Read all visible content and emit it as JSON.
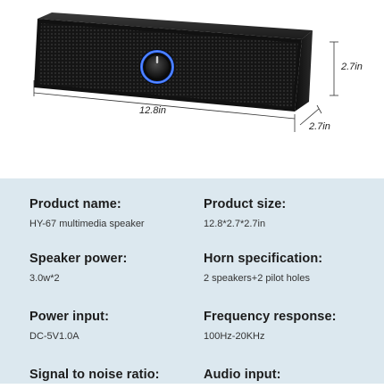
{
  "product_image": {
    "dimensions": {
      "height": "2.7in",
      "length": "12.8in",
      "depth": "2.7in"
    },
    "colors": {
      "body": "#141414",
      "knob_ring": "#2f6bff"
    }
  },
  "specs": [
    {
      "label": "Product name:",
      "value": "HY-67 multimedia speaker"
    },
    {
      "label": "Product size:",
      "value": "12.8*2.7*2.7in"
    },
    {
      "label": "Speaker power:",
      "value": "3.0w*2"
    },
    {
      "label": "Horn specification:",
      "value": "2 speakers+2 pilot holes"
    },
    {
      "label": "Power input:",
      "value": "DC-5V1.0A"
    },
    {
      "label": "Frequency response:",
      "value": "100Hz-20KHz"
    },
    {
      "label": "Signal to noise ratio:",
      "value": ""
    },
    {
      "label": "Audio input:",
      "value": ""
    }
  ],
  "panel_color": "#dce8ef"
}
